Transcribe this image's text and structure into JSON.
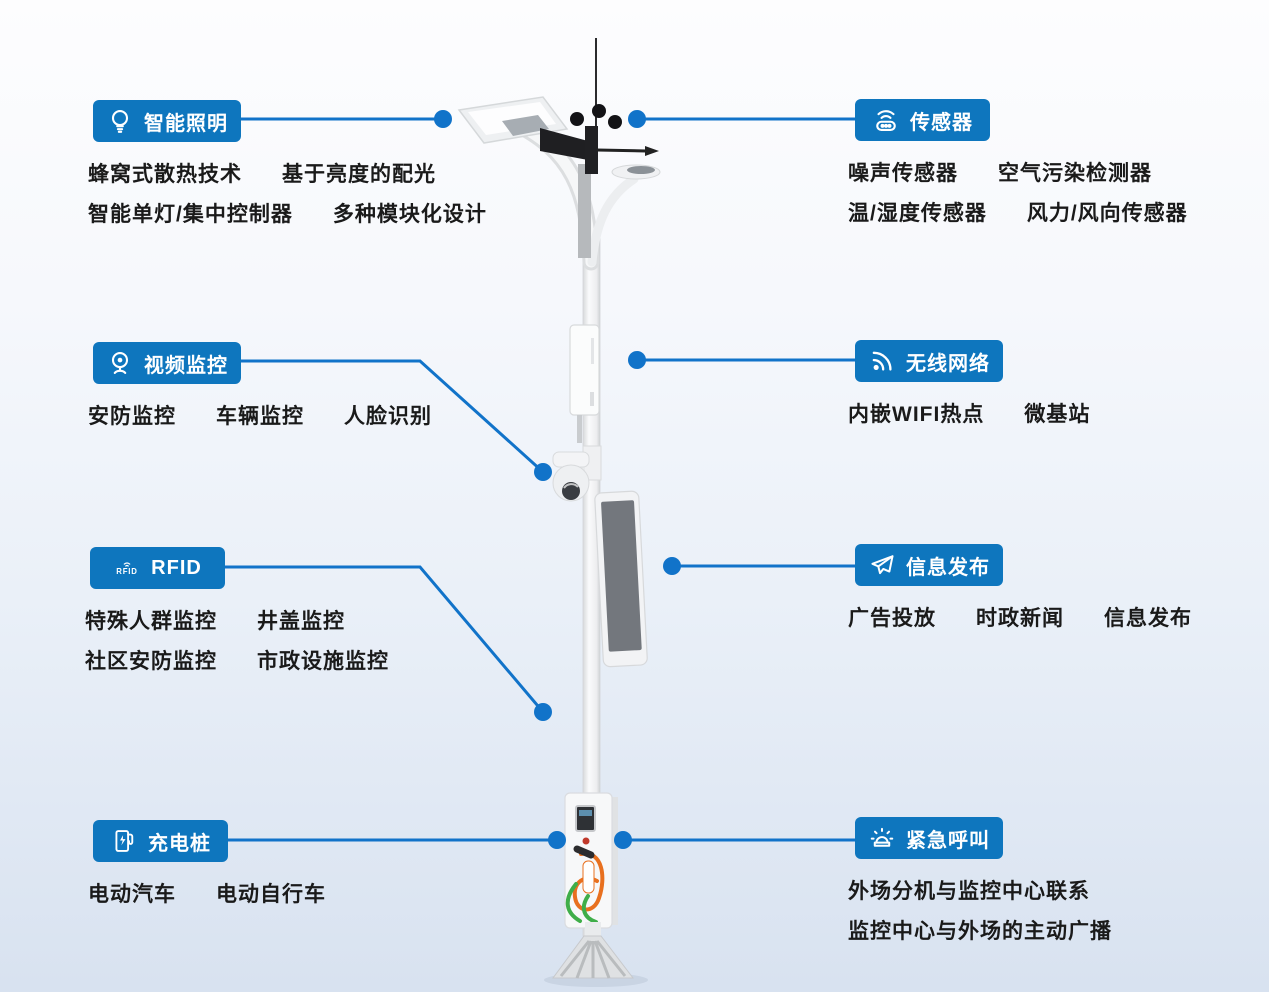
{
  "colors": {
    "badge": "#0e76be",
    "line": "#1173c9",
    "text": "#1a1a1a"
  },
  "features": [
    {
      "id": "smart-lighting",
      "side": "left",
      "icon": "lightbulb-icon",
      "label": "智能照明",
      "lines": [
        [
          "蜂窝式散热技术",
          "基于亮度的配光"
        ],
        [
          "智能单灯/集中控制器",
          "多种模块化设计"
        ]
      ]
    },
    {
      "id": "sensors",
      "side": "right",
      "icon": "sensor-icon",
      "label": "传感器",
      "lines": [
        [
          "噪声传感器",
          "空气污染检测器"
        ],
        [
          "温/湿度传感器",
          "风力/风向传感器"
        ]
      ]
    },
    {
      "id": "video-surveillance",
      "side": "left",
      "icon": "webcam-icon",
      "label": "视频监控",
      "lines": [
        [
          "安防监控",
          "车辆监控",
          "人脸识别"
        ]
      ]
    },
    {
      "id": "wireless-network",
      "side": "right",
      "icon": "wifi-icon",
      "label": "无线网络",
      "lines": [
        [
          "内嵌WIFI热点",
          "微基站"
        ]
      ]
    },
    {
      "id": "rfid",
      "side": "left",
      "icon": "rfid-icon",
      "label": "RFID",
      "lines": [
        [
          "特殊人群监控",
          "井盖监控"
        ],
        [
          "社区安防监控",
          "市政设施监控"
        ]
      ]
    },
    {
      "id": "info-release",
      "side": "right",
      "icon": "paper-plane-icon",
      "label": "信息发布",
      "lines": [
        [
          "广告投放",
          "时政新闻",
          "信息发布"
        ]
      ]
    },
    {
      "id": "charging-pile",
      "side": "left",
      "icon": "charging-station-icon",
      "label": "充电桩",
      "lines": [
        [
          "电动汽车",
          "电动自行车"
        ]
      ]
    },
    {
      "id": "emergency-call",
      "side": "right",
      "icon": "siren-icon",
      "label": "紧急呼叫",
      "lines": [
        [
          "外场分机与监控中心联系"
        ],
        [
          "监控中心与外场的主动广播"
        ]
      ]
    }
  ]
}
